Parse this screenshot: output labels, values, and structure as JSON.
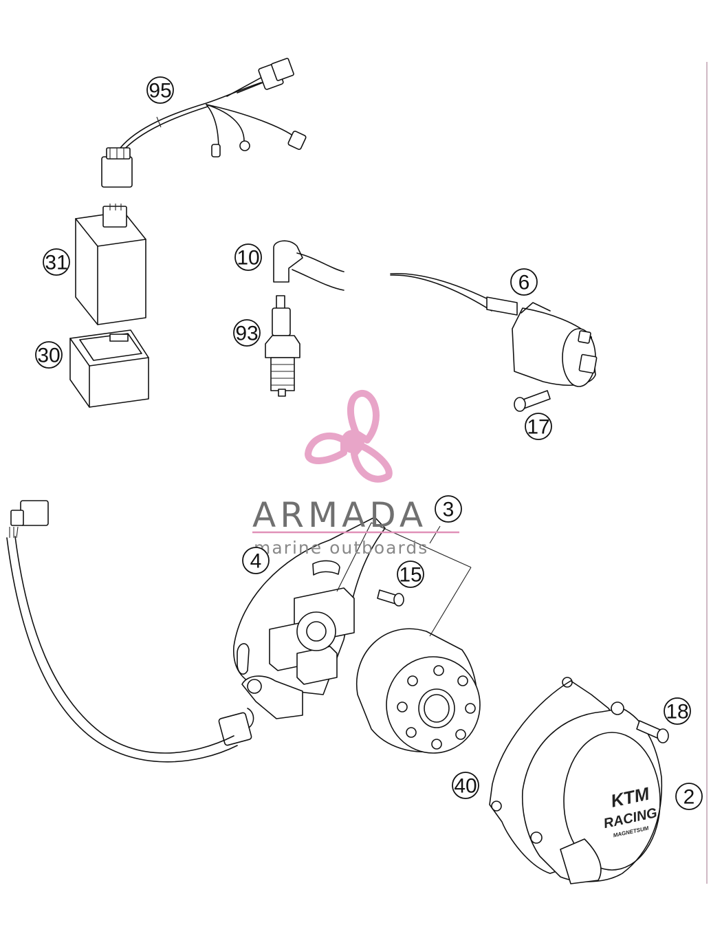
{
  "diagram": {
    "callouts": [
      {
        "id": "95",
        "label": "95"
      },
      {
        "id": "31",
        "label": "31"
      },
      {
        "id": "30",
        "label": "30"
      },
      {
        "id": "10",
        "label": "10"
      },
      {
        "id": "93",
        "label": "93"
      },
      {
        "id": "6",
        "label": "6"
      },
      {
        "id": "17",
        "label": "17"
      },
      {
        "id": "3",
        "label": "3"
      },
      {
        "id": "4",
        "label": "4"
      },
      {
        "id": "15",
        "label": "15"
      },
      {
        "id": "18",
        "label": "18"
      },
      {
        "id": "40",
        "label": "40"
      },
      {
        "id": "2",
        "label": "2"
      }
    ]
  },
  "watermark": {
    "name": "ARMADA",
    "tagline": "marine outboards",
    "logo_color": "#e8a5c8",
    "line_color": "#e090b8"
  },
  "cover_badge": {
    "brand": "KTM",
    "line1": "RACING",
    "line2": "MAGNETSUM"
  }
}
